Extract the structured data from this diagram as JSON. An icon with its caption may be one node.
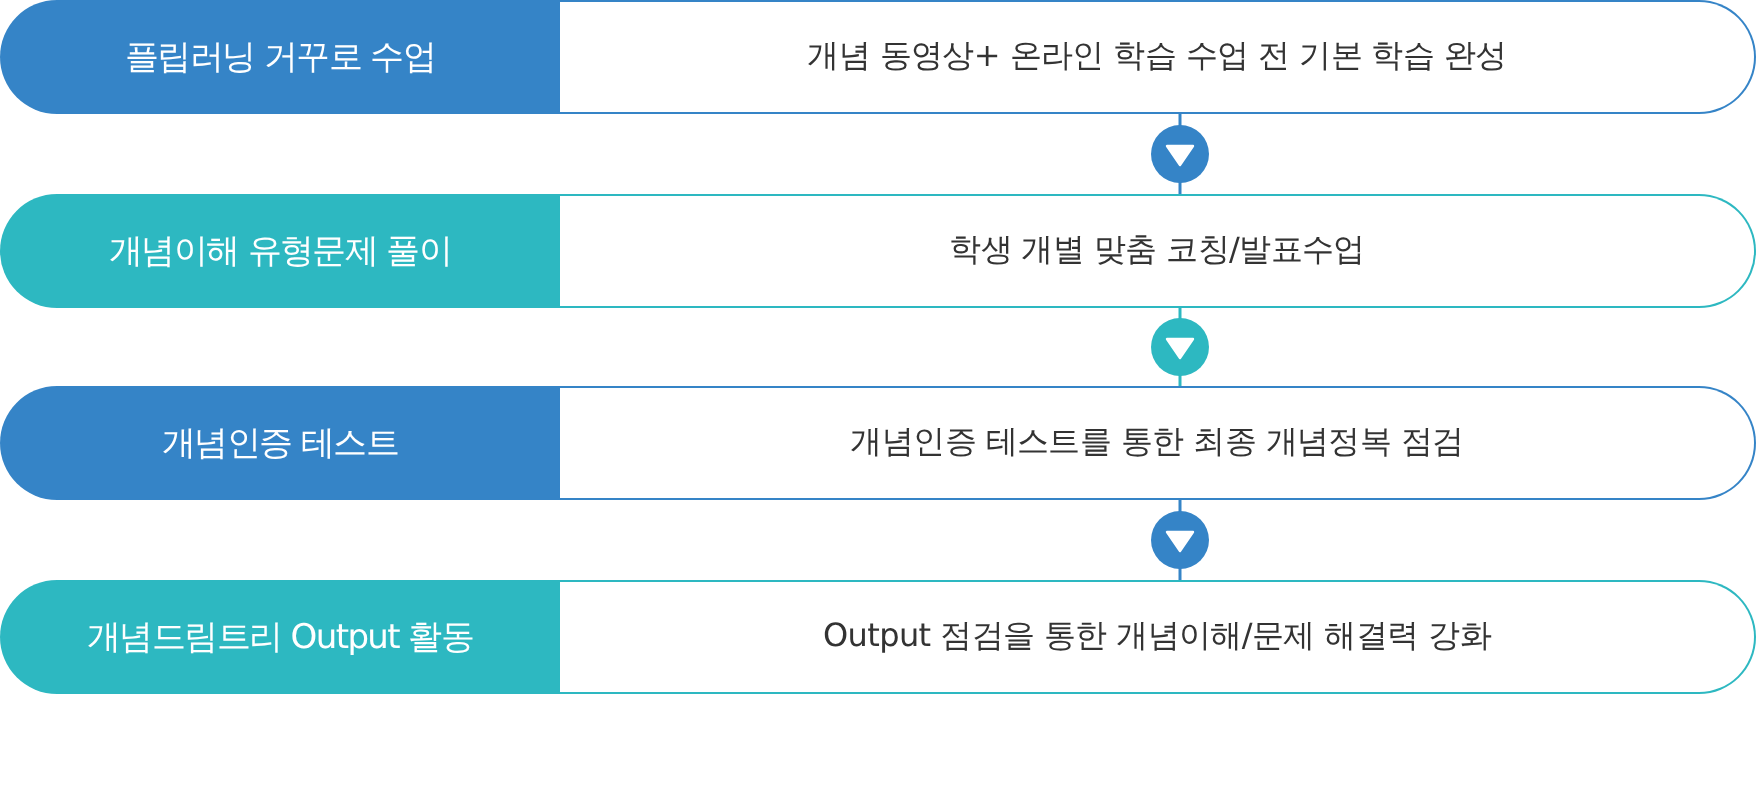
{
  "diagram": {
    "nodes": [
      {
        "text": [
          "플립러닝 거꾸로 수업"
        ]
      },
      {
        "text": [
          "개념 동영상+ 온라인 학습 수업 전 기본 학습 완성"
        ]
      },
      {
        "text": [
          "개념이해 유형문제 풀이"
        ]
      },
      {
        "text": [
          "학생 개별 맞춤 코칭/발표수업"
        ]
      },
      {
        "text": [
          "개념인증 테스트"
        ]
      },
      {
        "text": [
          "개념인증 테스트를 통한 최종 개념정복 점검"
        ]
      },
      {
        "text": [
          "개념드림트리 Output 활동"
        ]
      },
      {
        "text": [
          "Output 점검을 통한 개념이해/문제 해결력 강화"
        ]
      }
    ],
    "edges": [
      {
        "from": 1,
        "to": 3,
        "arrow": "to"
      },
      {
        "from": 3,
        "to": 5,
        "arrow": "to",
        "color": "#2db8c1"
      },
      {
        "from": 5,
        "to": 7,
        "arrow": "to"
      }
    ]
  }
}
